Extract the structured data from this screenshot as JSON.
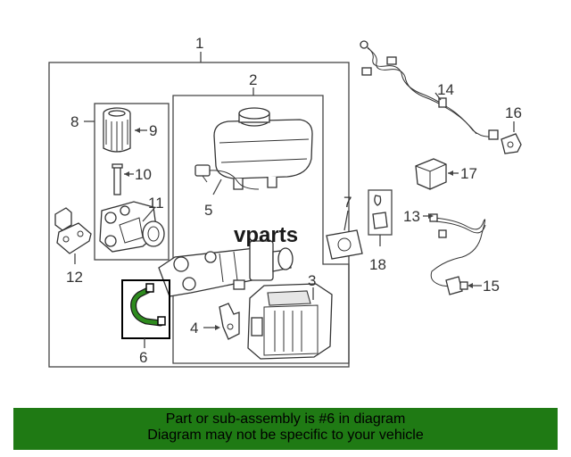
{
  "watermark": "vparts",
  "callouts": {
    "c1": "1",
    "c2": "2",
    "c3": "3",
    "c4": "4",
    "c5": "5",
    "c6": "6",
    "c7": "7",
    "c8": "8",
    "c9": "9",
    "c10": "10",
    "c11": "11",
    "c12": "12",
    "c13": "13",
    "c14": "14",
    "c15": "15",
    "c16": "16",
    "c17": "17",
    "c18": "18"
  },
  "banner": {
    "line1": "Part or sub-assembly is #6 in diagram",
    "line2": "Diagram may not be specific to your vehicle"
  },
  "colors": {
    "banner": "#1f7a14",
    "highlight": "#2e8b1e"
  }
}
